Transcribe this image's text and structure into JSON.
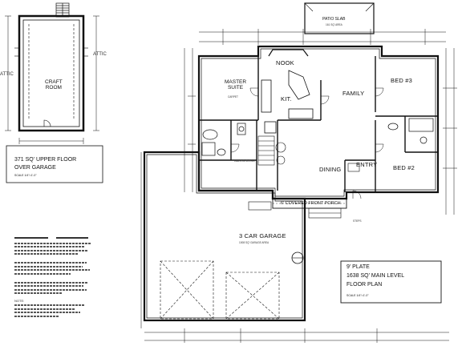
{
  "upper": {
    "room": "CRAFT\nROOM",
    "attic_left": "ATTIC",
    "attic_right": "ATTIC",
    "caption_1": "371  SQ' UPPER FLOOR",
    "caption_2": "OVER GARAGE",
    "scale": "SCALE  1/4\"=1'-0\""
  },
  "main": {
    "patio": "PATIO SLAB",
    "patio_area": "161 SQ' AREA",
    "nook": "NOOK",
    "master": "MASTER\nSUITE",
    "kit": "KIT.",
    "family": "FAMILY",
    "bed3": "BED #3",
    "bed2": "BED #2",
    "dining": "DINING",
    "entry": "ENTRY",
    "porch": "6'  COVERED FRONT PORCH",
    "garage": "3  CAR GARAGE",
    "garage_area": "1008 SQ' GARAGE AREA",
    "steps": "STEPS",
    "carpet": "CARPET",
    "walkin": "WALK-IN CLOSET"
  },
  "caption": {
    "plate": "9' PLATE",
    "line1": "1638  SQ' MAIN LEVEL",
    "line2": "FLOOR PLAN",
    "scale": "SCALE  1/4\"=1'-0\""
  },
  "notes_label": "NOTE:"
}
